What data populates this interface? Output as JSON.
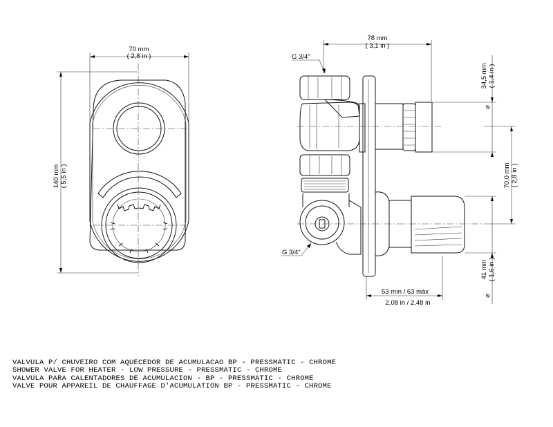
{
  "front_view": {
    "width_dim": {
      "mm": "70 mm",
      "in": "( 2,8 in )"
    },
    "height_dim": {
      "mm": "140 mm",
      "in": "( 5,5 in )"
    }
  },
  "side_view": {
    "depth_dim": {
      "mm": "78 mm",
      "in": "( 3,1 in )"
    },
    "top_connection": "G 3/4\"",
    "bottom_connection": "G 3/4\"",
    "upper_diameter": {
      "mm": "34,5 mm",
      "in": "( 1,4 in )"
    },
    "spacing_dim": {
      "mm": "70,0 mm",
      "in": "( 2,8 in )"
    },
    "lower_diameter": {
      "mm": "41 mm",
      "in": "( 1,6 in )"
    },
    "install_depth": {
      "mm": "53 mín / 63 máx",
      "in": "2,08 in / 2,48 in"
    }
  },
  "symbols": {
    "diameter": "⌀"
  },
  "caption": {
    "lines": [
      "VALVULA P/ CHUVEIRO COM AQUECEDOR DE ACUMULACAO BP - PRESSMATIC - CHROME",
      "SHOWER VALVE FOR HEATER - LOW PRESSURE - PRESSMATIC - CHROME",
      "VALVULA PARA CALENTADORES DE ACUMULACION - BP - PRESSMATIC - CHROME",
      "VALVE POUR APPAREIL DE CHAUFFAGE D'ACUMULATION BP - PRESSMATIC - CHROME"
    ]
  }
}
